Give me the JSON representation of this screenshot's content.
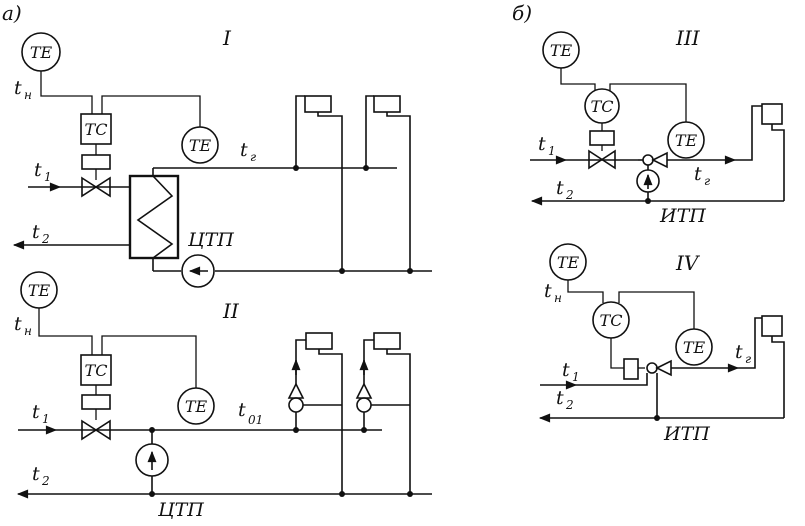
{
  "panels": {
    "a": "а)",
    "b": "б)"
  },
  "schemes": {
    "I": "I",
    "II": "II",
    "III": "III",
    "IV": "IV"
  },
  "instruments": {
    "te": "ТЕ",
    "tc": "ТС"
  },
  "stations": {
    "ctp": "ЦТП",
    "itp": "ИТП"
  },
  "variables": {
    "t": "t",
    "sub_n": "н",
    "sub_1": "1",
    "sub_2": "2",
    "sub_g": "г",
    "sub_01": "01"
  }
}
